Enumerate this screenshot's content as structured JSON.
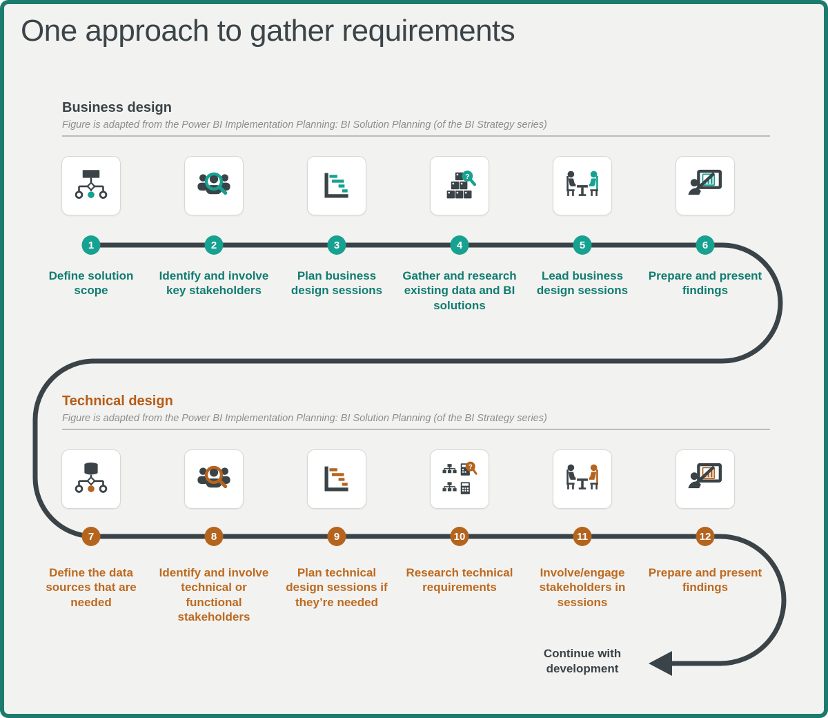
{
  "title": "One approach to gather requirements",
  "colors": {
    "frame_border": "#1b7b6e",
    "background": "#f2f2f0",
    "dark_line": "#3a4347",
    "business_accent": "#16a190",
    "business_label": "#117c70",
    "technical_accent": "#b5641e",
    "technical_label": "#bd6a20",
    "subtitle_gray": "#8d8d8d"
  },
  "sections": [
    {
      "heading": "Business design",
      "subtitle": "Figure is adapted from the Power BI Implementation Planning: BI Solution Planning (of the BI Strategy series)",
      "steps": [
        {
          "number": "1",
          "label": "Define solution scope",
          "icon": "org-chart-icon"
        },
        {
          "number": "2",
          "label": "Identify and involve key stakeholders",
          "icon": "people-search-icon"
        },
        {
          "number": "3",
          "label": "Plan business design sessions",
          "icon": "gantt-chart-icon"
        },
        {
          "number": "4",
          "label": "Gather and research existing data and BI solutions",
          "icon": "boxes-search-icon"
        },
        {
          "number": "5",
          "label": "Lead business design sessions",
          "icon": "meeting-icon"
        },
        {
          "number": "6",
          "label": "Prepare and present findings",
          "icon": "presentation-icon"
        }
      ]
    },
    {
      "heading": "Technical design",
      "subtitle": "Figure is adapted from the Power BI Implementation Planning: BI Solution Planning (of the BI Strategy series)",
      "steps": [
        {
          "number": "7",
          "label": "Define the data sources that are needed",
          "icon": "data-hierarchy-icon"
        },
        {
          "number": "8",
          "label": "Identify and involve technical or functional stakeholders",
          "icon": "people-search-icon"
        },
        {
          "number": "9",
          "label": "Plan technical design sessions if they’re needed",
          "icon": "gantt-chart-icon"
        },
        {
          "number": "10",
          "label": "Research technical requirements",
          "icon": "systems-search-icon"
        },
        {
          "number": "11",
          "label": "Involve/engage stakeholders in sessions",
          "icon": "meeting-icon"
        },
        {
          "number": "12",
          "label": "Prepare and present findings",
          "icon": "presentation-icon"
        }
      ]
    }
  ],
  "footer": {
    "continue_label": "Continue with development"
  }
}
